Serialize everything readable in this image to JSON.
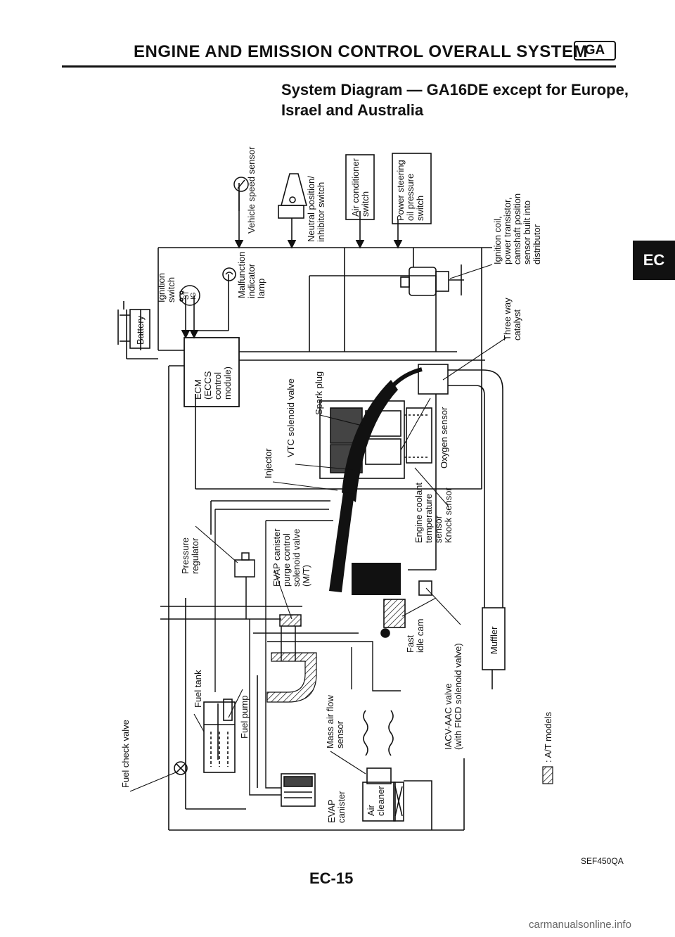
{
  "header": {
    "title": "ENGINE AND EMISSION CONTROL OVERALL SYSTEM",
    "badge": "GA"
  },
  "system_title": {
    "line1": "System Diagram — GA16DE except for Europe,",
    "line2": "Israel and Australia"
  },
  "side_tab": "EC",
  "labels": {
    "vehicle_speed_sensor": "Vehicle speed sensor",
    "neutral_position": [
      "Neutral position/",
      "inhibitor switch"
    ],
    "air_conditioner": [
      "Air conditioner",
      "switch"
    ],
    "power_steering": [
      "Power steering",
      "oil pressure",
      "switch"
    ],
    "ignition_coil": [
      "Ignition coil,",
      "power transistor,",
      "camshaft position",
      "sensor built into",
      "distributor"
    ],
    "three_way": [
      "Three way",
      "catalyst"
    ],
    "malfunction": [
      "Malfunction",
      "indicator",
      "lamp"
    ],
    "ignition_switch": [
      "Ignition",
      "switch"
    ],
    "battery": "Battery",
    "ecm": [
      "ECM",
      "(ECCS",
      "control",
      "module)"
    ],
    "spark_plug": "Spark plug",
    "vtc": "VTC solenoid valve",
    "injector": "Injector",
    "oxygen": "Oxygen sensor",
    "engine_coolant": [
      "Engine coolant",
      "temperature",
      "sensor",
      "Knock sensor"
    ],
    "pressure_regulator": [
      "Pressure",
      "regulator"
    ],
    "evap_purge": [
      "EVAP canister",
      "purge control",
      "solenoid valve",
      "(M/T)"
    ],
    "fast_idle": [
      "Fast",
      "idle cam"
    ],
    "muffler": "Muffler",
    "fuel_tank": "Fuel tank",
    "fuel_pump": "Fuel pump",
    "fuel_check": "Fuel check valve",
    "mass_air_flow": [
      "Mass air flow",
      "sensor"
    ],
    "iacv": [
      "IACV-AAC valve",
      "(with FICD solenoid valve)"
    ],
    "evap_canister": [
      "EVAP",
      "canister"
    ],
    "air_cleaner": [
      "Air",
      "cleaner"
    ],
    "at_models": ": A/T models",
    "switch_positions": [
      "ST",
      "IG"
    ]
  },
  "figure_code": "SEF450QA",
  "page_number": "EC-15",
  "watermark": "carmanualsonline.info"
}
